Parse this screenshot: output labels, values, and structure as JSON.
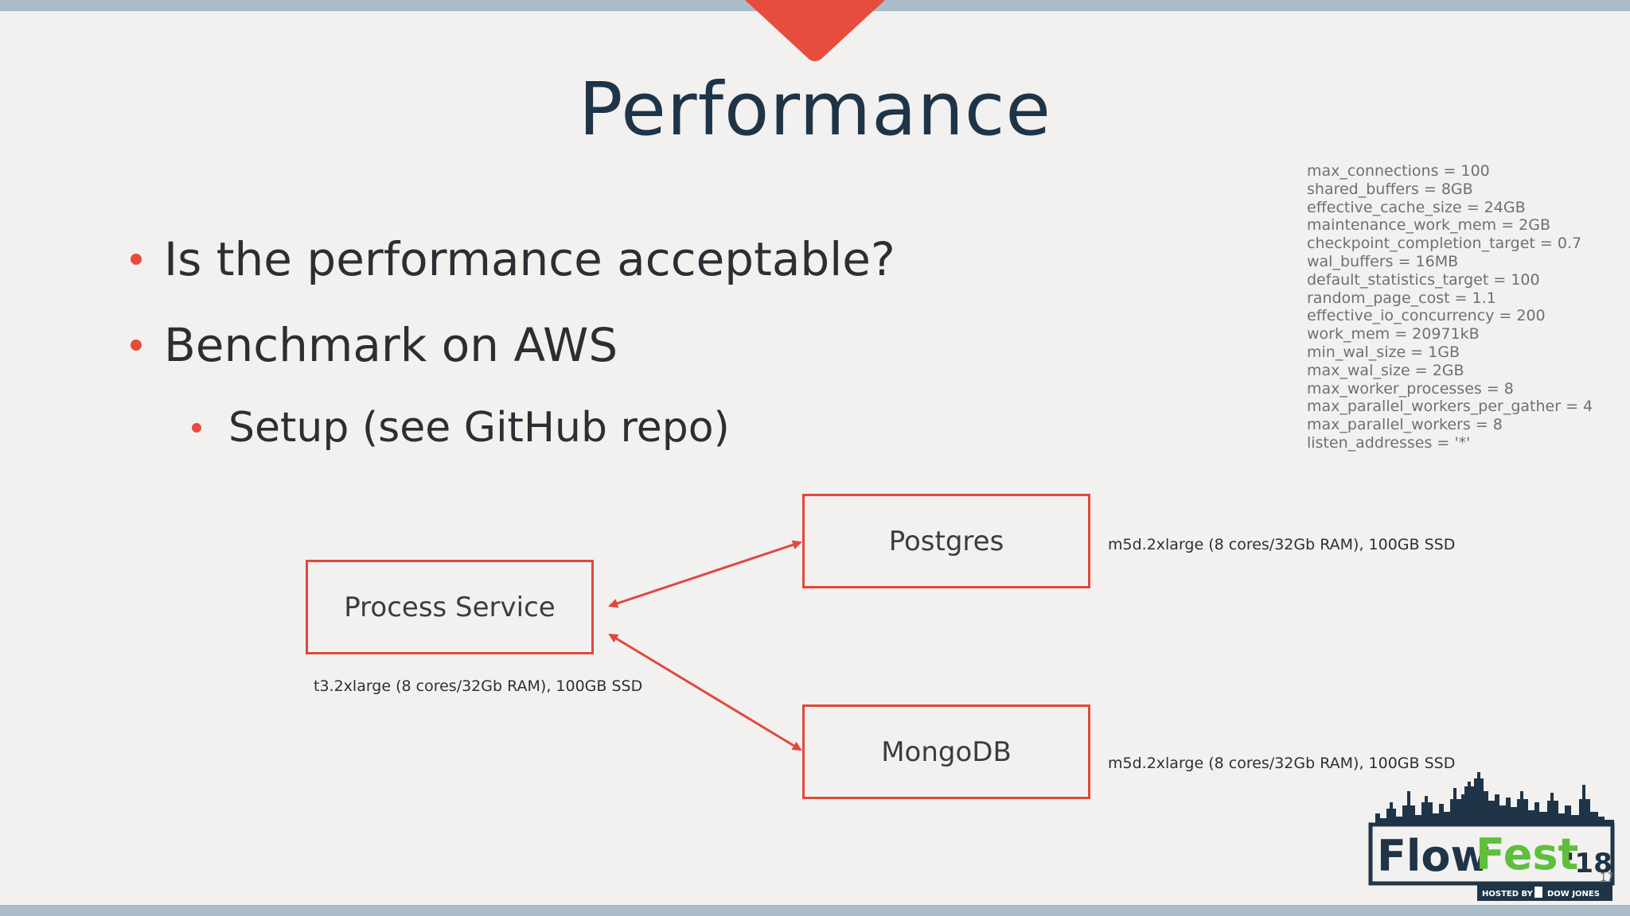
{
  "slide": {
    "title": "Performance",
    "bullets": [
      "Is the performance acceptable?",
      "Benchmark on AWS",
      "Setup (see GitHub repo)"
    ],
    "config": [
      "max_connections = 100",
      "shared_buffers = 8GB",
      "effective_cache_size = 24GB",
      "maintenance_work_mem = 2GB",
      "checkpoint_completion_target = 0.7",
      "wal_buffers = 16MB",
      "default_statistics_target = 100",
      "random_page_cost = 1.1",
      "effective_io_concurrency = 200",
      "work_mem = 20971kB",
      "min_wal_size = 1GB",
      "max_wal_size = 2GB",
      "max_worker_processes = 8",
      "max_parallel_workers_per_gather = 4",
      "max_parallel_workers = 8",
      "listen_addresses = '*'"
    ],
    "diagram": {
      "process_service": "Process Service",
      "postgres": "Postgres",
      "mongodb": "MongoDB",
      "process_spec": "t3.2xlarge (8 cores/32Gb RAM), 100GB SSD",
      "postgres_spec": "m5d.2xlarge (8 cores/32Gb RAM), 100GB SSD",
      "mongodb_spec": "m5d.2xlarge (8 cores/32Gb RAM), 100GB SSD"
    },
    "logo": {
      "name_part1": "Flow",
      "name_part2": "Fest",
      "year": "'18",
      "hosted_by": "HOSTED BY",
      "sponsor": "DOW JONES"
    },
    "page_number": "17"
  },
  "colors": {
    "accent": "#e74c3c",
    "title": "#1f3447",
    "background": "#f2f1f0",
    "border_bar": "#a9bcc7",
    "logo_dark": "#1f3447",
    "logo_green": "#5fbf3b"
  }
}
